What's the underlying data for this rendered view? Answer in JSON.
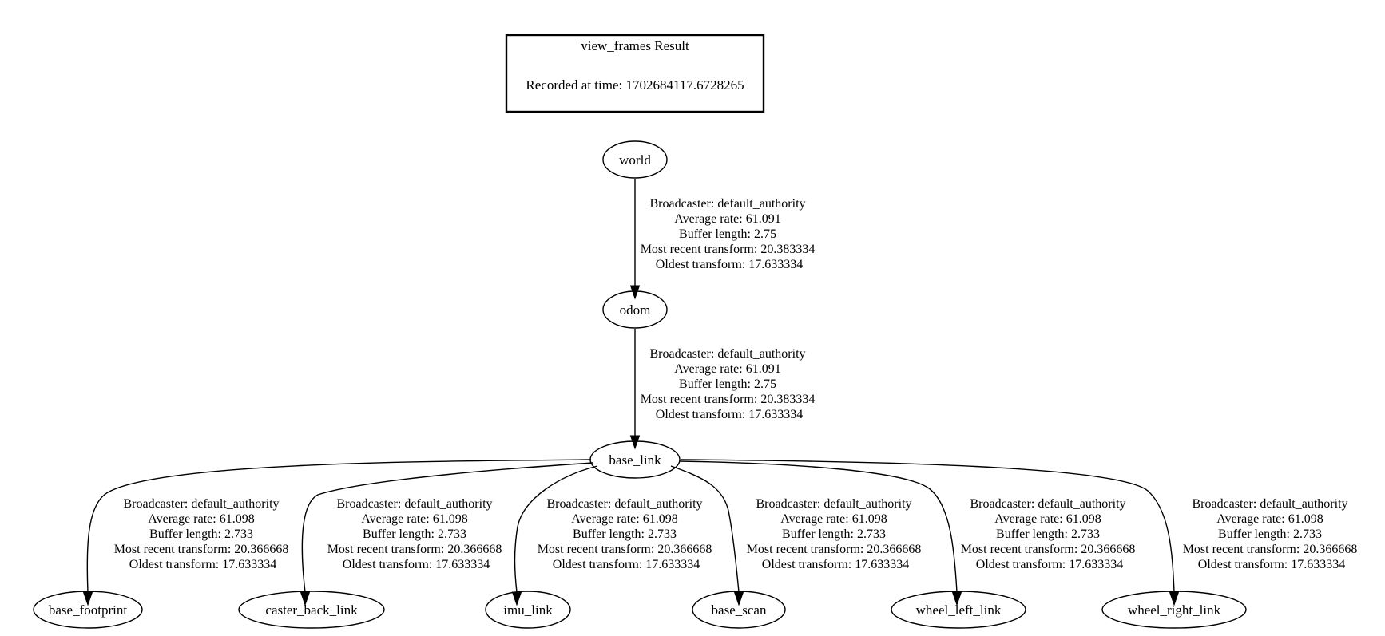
{
  "header": {
    "title": "view_frames Result",
    "recorded": "Recorded at time: 1702684117.6728265"
  },
  "nodes": {
    "world": "world",
    "odom": "odom",
    "base_link": "base_link",
    "base_footprint": "base_footprint",
    "caster_back_link": "caster_back_link",
    "imu_link": "imu_link",
    "base_scan": "base_scan",
    "wheel_left_link": "wheel_left_link",
    "wheel_right_link": "wheel_right_link"
  },
  "edges": {
    "world_odom": [
      "Broadcaster: default_authority",
      "Average rate: 61.091",
      "Buffer length: 2.75",
      "Most recent transform: 20.383334",
      "Oldest transform: 17.633334"
    ],
    "odom_base_link": [
      "Broadcaster: default_authority",
      "Average rate: 61.091",
      "Buffer length: 2.75",
      "Most recent transform: 20.383334",
      "Oldest transform: 17.633334"
    ],
    "base_link_base_footprint": [
      "Broadcaster: default_authority",
      "Average rate: 61.098",
      "Buffer length: 2.733",
      "Most recent transform: 20.366668",
      "Oldest transform: 17.633334"
    ],
    "base_link_caster_back_link": [
      "Broadcaster: default_authority",
      "Average rate: 61.098",
      "Buffer length: 2.733",
      "Most recent transform: 20.366668",
      "Oldest transform: 17.633334"
    ],
    "base_link_imu_link": [
      "Broadcaster: default_authority",
      "Average rate: 61.098",
      "Buffer length: 2.733",
      "Most recent transform: 20.366668",
      "Oldest transform: 17.633334"
    ],
    "base_link_base_scan": [
      "Broadcaster: default_authority",
      "Average rate: 61.098",
      "Buffer length: 2.733",
      "Most recent transform: 20.366668",
      "Oldest transform: 17.633334"
    ],
    "base_link_wheel_left_link": [
      "Broadcaster: default_authority",
      "Average rate: 61.098",
      "Buffer length: 2.733",
      "Most recent transform: 20.366668",
      "Oldest transform: 17.633334"
    ],
    "base_link_wheel_right_link": [
      "Broadcaster: default_authority",
      "Average rate: 61.098",
      "Buffer length: 2.733",
      "Most recent transform: 20.366668",
      "Oldest transform: 17.633334"
    ]
  }
}
